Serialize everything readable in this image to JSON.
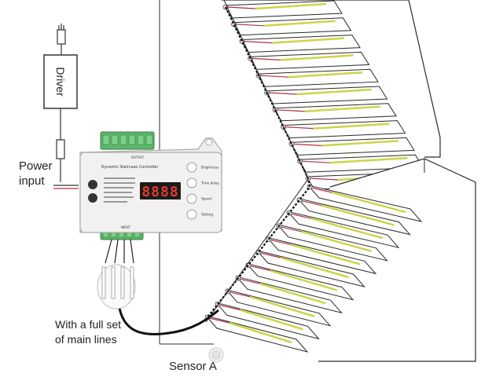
{
  "labels": {
    "power_line1": "Power",
    "power_line2": "input",
    "main_lines_line1": "With a full set",
    "main_lines_line2": "of main lines",
    "sensor": "Sensor A"
  },
  "driver": {
    "label": "Driver"
  },
  "controller": {
    "title": "Dynamic Staircase Controller",
    "display": "8888",
    "buttons": [
      {
        "label": "Brightness"
      },
      {
        "label": "Time delay"
      },
      {
        "label": "Speed"
      },
      {
        "label": "Setting"
      }
    ],
    "top_terminal_label": "OUTPUT",
    "bottom_terminal_label": "INPUT"
  },
  "colors": {
    "line": "#2a2a2a",
    "wire_red": "#b0304a",
    "led_strip": "#c9d64a",
    "controller_body": "#eeeeee",
    "terminal_green": "#5db86a",
    "display_bg": "#1b1b1b",
    "display_digits": "#e03a2f"
  },
  "stairs": {
    "upper_flight_steps": 11,
    "lower_flight_steps": 11
  }
}
